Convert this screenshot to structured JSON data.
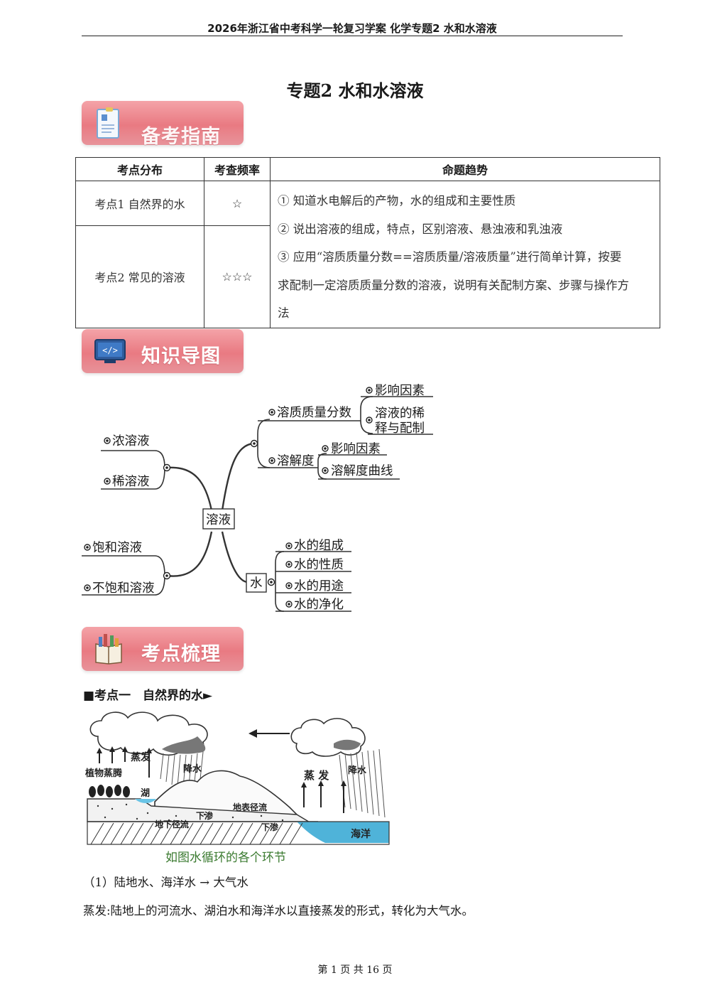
{
  "header": {
    "title": "2026年浙江省中考科学一轮复习学案 化学专题2 水和水溶液"
  },
  "doc_title": "专题2 水和水溶液",
  "banners": {
    "guide": "备考指南",
    "map": "知识导图",
    "review": "考点梳理"
  },
  "guide_table": {
    "headers": [
      "考点分布",
      "考查频率",
      "命题趋势"
    ],
    "rows": [
      {
        "topic": "考点1 自然界的水",
        "freq": "☆"
      },
      {
        "topic": "考点2 常见的溶液",
        "freq": "☆☆☆"
      }
    ],
    "trends": [
      "① 知道水电解后的产物，水的组成和主要性质",
      "② 说出溶液的组成，特点，区别溶液、悬浊液和乳浊液",
      "③ 应用“溶质质量分数==溶质质量/溶液质量”进行简单计算，按要",
      "求配制一定溶质质量分数的溶液，说明有关配制方案、步骤与操作方",
      "法"
    ]
  },
  "mindmap": {
    "center": "溶液",
    "water": "水",
    "conc": "浓溶液",
    "dilute": "稀溶液",
    "saturated": "饱和溶液",
    "unsaturated": "不饱和溶液",
    "mass_fraction": "溶质质量分数",
    "mf_factor": "影响因素",
    "mf_dilute_1": "溶液的稀",
    "mf_dilute_2": "释与配制",
    "solubility": "溶解度",
    "sol_factor": "影响因素",
    "sol_curve": "溶解度曲线",
    "water_items": [
      "水的组成",
      "水的性质",
      "水的用途",
      "水的净化"
    ]
  },
  "section1": {
    "heading": "■考点一　自然界的水►",
    "figure_labels": {
      "evaporation_left": "蒸发",
      "transpiration": "植物蒸腾",
      "rain_left": "降水",
      "lake": "湖",
      "surface_runoff": "地表径流",
      "seepage": "下渗",
      "ground_runoff": "地下径流",
      "evaporation_right": "蒸 发",
      "rain_right": "降水",
      "ocean": "海洋",
      "seep": "下渗"
    },
    "figure_caption": "如图水循环的各个环节",
    "item1": "（1）陆地水、海洋水 → 大气水",
    "item1_detail": "蒸发:陆地上的河流水、湖泊水和海洋水以直接蒸发的形式，转化为大气水。"
  },
  "footer": "第 1 页 共 16 页",
  "colors": {
    "banner": "#e97a82",
    "ocean": "#4fb3d9",
    "caption": "#3a7a2f"
  }
}
